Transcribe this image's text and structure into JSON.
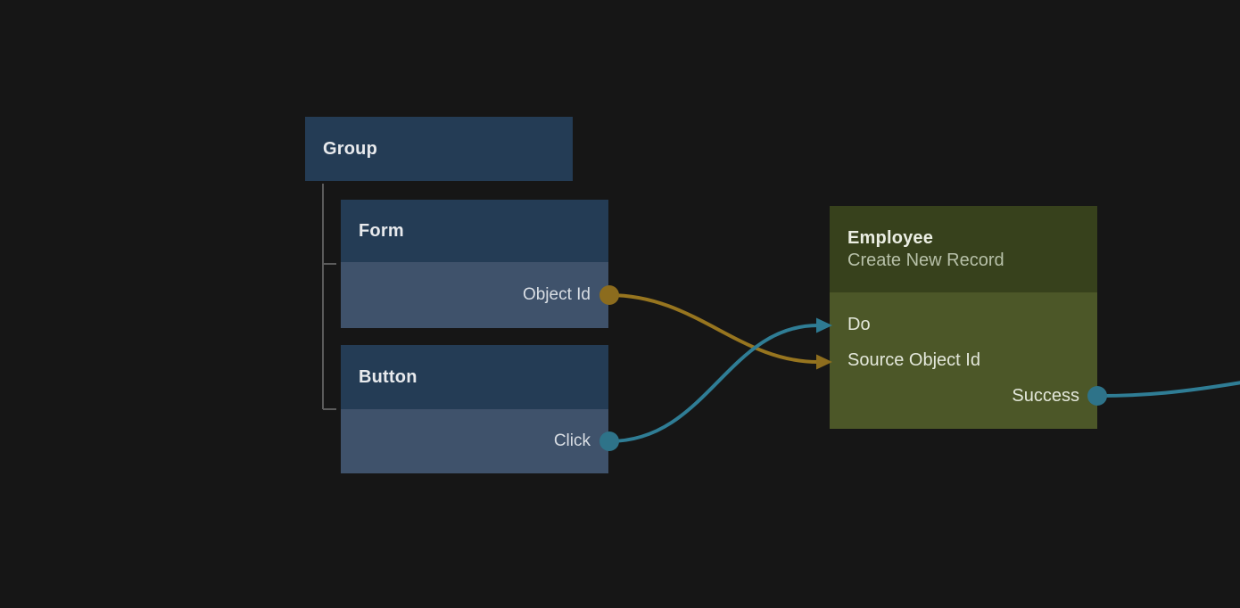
{
  "app": {
    "name": "workflow-node-canvas"
  },
  "colors": {
    "background": "#161616",
    "node_header_blue": "#243C55",
    "node_body_blue": "#3F526B",
    "node_header_green": "#37411C",
    "node_body_green": "#4C5728",
    "edge_orange": "#97751F",
    "port_orange": "#8C6C1E",
    "edge_teal": "#2F7D95",
    "port_teal": "#2E7389",
    "tree_line_gray": "#5B5B5B"
  },
  "nodes": {
    "group": {
      "title": "Group"
    },
    "form": {
      "title": "Form",
      "outputs": [
        {
          "label": "Object Id",
          "port_color": "#8C6C1E"
        }
      ]
    },
    "button": {
      "title": "Button",
      "outputs": [
        {
          "label": "Click",
          "port_color": "#2E7389"
        }
      ]
    },
    "employee": {
      "title": "Employee",
      "subtitle": "Create New Record",
      "inputs": [
        {
          "label": "Do",
          "port_color": "#2E7A92"
        },
        {
          "label": "Source Object Id",
          "port_color": "#8E6E1E"
        }
      ],
      "outputs": [
        {
          "label": "Success",
          "port_color": "#2E7389"
        }
      ]
    }
  },
  "edges": [
    {
      "from": "Form.Object Id",
      "to": "Employee.Source Object Id",
      "color": "#97751F"
    },
    {
      "from": "Button.Click",
      "to": "Employee.Do",
      "color": "#2F7D95"
    },
    {
      "from": "Employee.Success",
      "to": "offscreen-right",
      "color": "#2F7D95"
    }
  ]
}
